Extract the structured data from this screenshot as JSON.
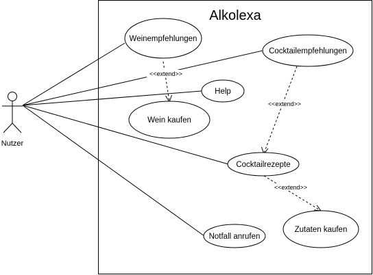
{
  "system": {
    "title": "Alkolexa"
  },
  "actor": {
    "label": "Nutzer"
  },
  "use_cases": {
    "weinempfehlungen": "Weinempfehlungen",
    "cocktailempfehlungen": "Cocktailempfehlungen",
    "help": "Help",
    "wein_kaufen": "Wein kaufen",
    "cocktailrezepte": "Cocktailrezepte",
    "zutaten_kaufen": "Zutaten kaufen",
    "notfall_anrufen": "Notfall anrufen"
  },
  "relations": {
    "extend_1": "<<extend>>",
    "extend_2": "<<extend>>",
    "extend_3": "<<extend>>"
  }
}
